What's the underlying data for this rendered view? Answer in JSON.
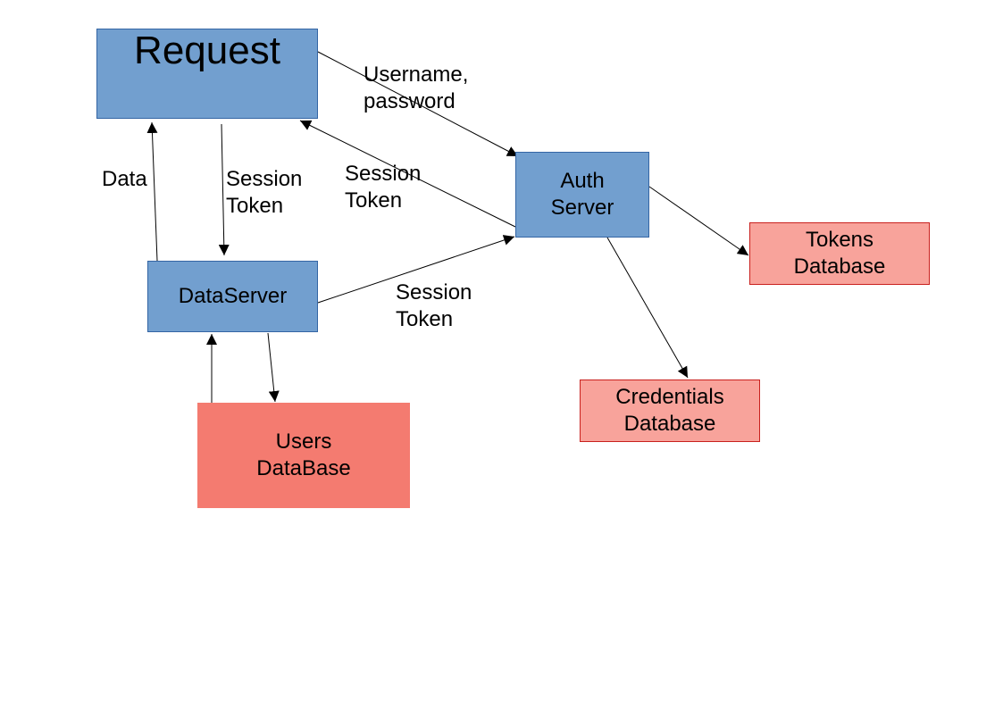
{
  "nodes": {
    "request": "Request",
    "auth_server": "Auth\nServer",
    "data_server": "DataServer",
    "users_database": "Users\nDataBase",
    "tokens_database": "Tokens\nDatabase",
    "credentials_database": "Credentials\nDatabase"
  },
  "edge_labels": {
    "request_to_auth": "Username,\npassword",
    "dataserver_to_request": "Data",
    "request_to_dataserver": "Session\nToken",
    "auth_to_request": "Session\nToken",
    "dataserver_to_auth": "Session\nToken"
  },
  "colors": {
    "server_fill": "#729fcf",
    "database_fill": "#f8a39b",
    "users_db_fill": "#f47b70"
  }
}
